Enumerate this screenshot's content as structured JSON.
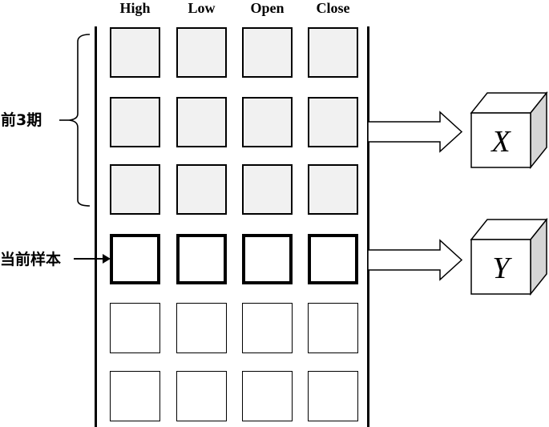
{
  "columns": [
    "High",
    "Low",
    "Open",
    "Close"
  ],
  "labels": {
    "history_group": "前3期",
    "current_sample": "当前样本"
  },
  "cubes": [
    {
      "name": "feature-cube",
      "label": "X"
    },
    {
      "name": "target-cube",
      "label": "Y"
    }
  ],
  "grid": {
    "cols": 4,
    "rows": [
      "history",
      "history",
      "history",
      "current",
      "future",
      "future"
    ]
  },
  "colors": {
    "background": "#ffffff",
    "line": "#000000",
    "history_fill": "#f1f1f1",
    "cube_side": "#d6d6d6",
    "cube_face": "#ffffff"
  }
}
